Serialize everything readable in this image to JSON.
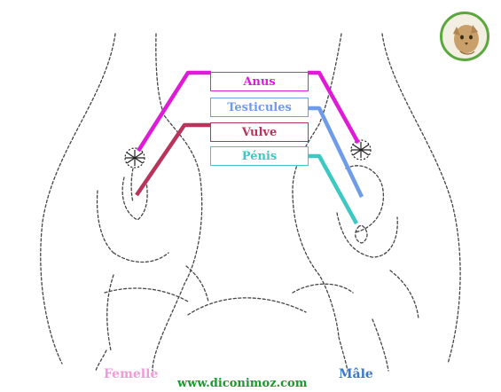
{
  "labels": {
    "anus": "Anus",
    "testicules": "Testicules",
    "vulve": "Vulve",
    "penis": "Pénis"
  },
  "captions": {
    "female": "Femelle",
    "male": "Mâle",
    "website": "www.diconimoz.com"
  },
  "colors": {
    "anus": "#e01bd8",
    "testicules": "#6f9ce8",
    "vulve": "#b8345a",
    "penis": "#3ec8c4",
    "female": "#f29ad6",
    "male": "#3c78c8",
    "website": "#1a9a2c",
    "logo_border": "#5aa83c"
  },
  "icons": {
    "logo": "cat-head-icon"
  }
}
